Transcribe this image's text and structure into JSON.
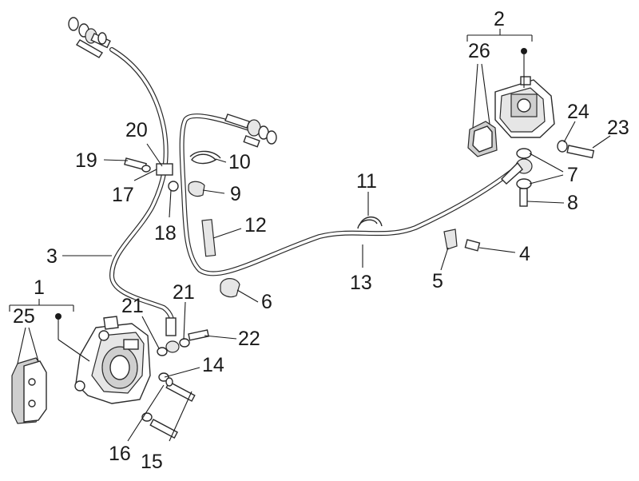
{
  "diagram": {
    "callouts": [
      {
        "id": "c1",
        "text": "1"
      },
      {
        "id": "c2",
        "text": "2"
      },
      {
        "id": "c3",
        "text": "3"
      },
      {
        "id": "c4",
        "text": "4"
      },
      {
        "id": "c5",
        "text": "5"
      },
      {
        "id": "c6",
        "text": "6"
      },
      {
        "id": "c7",
        "text": "7"
      },
      {
        "id": "c8",
        "text": "8"
      },
      {
        "id": "c9",
        "text": "9"
      },
      {
        "id": "c10",
        "text": "10"
      },
      {
        "id": "c11",
        "text": "11"
      },
      {
        "id": "c12",
        "text": "12"
      },
      {
        "id": "c13",
        "text": "13"
      },
      {
        "id": "c14",
        "text": "14"
      },
      {
        "id": "c15",
        "text": "15"
      },
      {
        "id": "c16",
        "text": "16"
      },
      {
        "id": "c17",
        "text": "17"
      },
      {
        "id": "c18",
        "text": "18"
      },
      {
        "id": "c19",
        "text": "19"
      },
      {
        "id": "c20",
        "text": "20"
      },
      {
        "id": "c21a",
        "text": "21"
      },
      {
        "id": "c21b",
        "text": "21"
      },
      {
        "id": "c22",
        "text": "22"
      },
      {
        "id": "c23",
        "text": "23"
      },
      {
        "id": "c24",
        "text": "24"
      },
      {
        "id": "c25",
        "text": "25"
      },
      {
        "id": "c26",
        "text": "26"
      }
    ],
    "colors": {
      "ink": "#1a1a1a",
      "part_fill": "#ffffff",
      "part_shade": "#cfcfcf"
    }
  }
}
